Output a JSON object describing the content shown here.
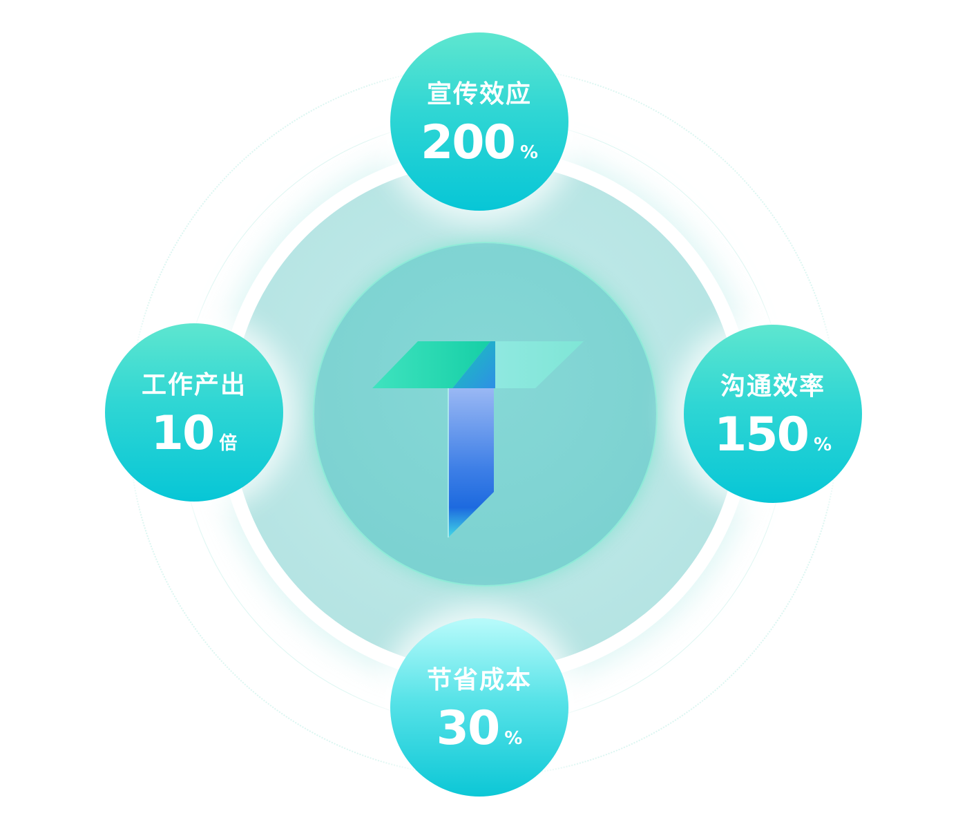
{
  "diagram": {
    "center": {
      "logo_icon": "t-letter-logo"
    },
    "stats": {
      "top": {
        "title": "宣传效应",
        "value": "200",
        "unit": "%"
      },
      "right": {
        "title": "沟通效率",
        "value": "150",
        "unit": "%"
      },
      "bottom": {
        "title": "节省成本",
        "value": "30",
        "unit": "%"
      },
      "left": {
        "title": "工作产出",
        "value": "10",
        "unit": "倍"
      }
    },
    "colors": {
      "bubble_top": "#5ee6cf",
      "bubble_bottom": "#07c6d6",
      "outer_disc": "#bfe9e8",
      "inner_disc": "#7ed3d2",
      "logo_green": "#27dfb4",
      "logo_blue": "#1a6de0"
    }
  }
}
